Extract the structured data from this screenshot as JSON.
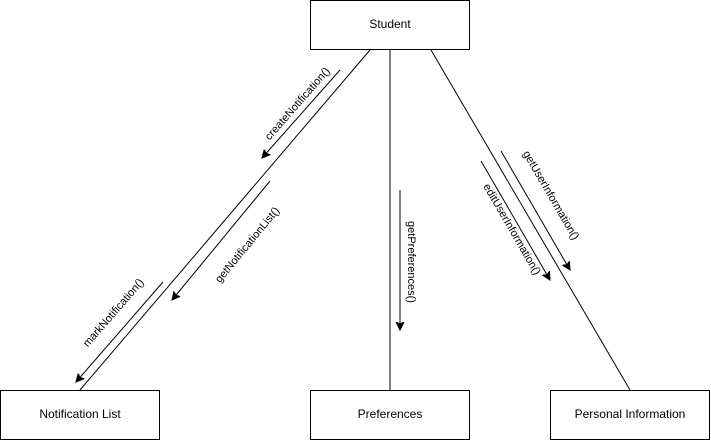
{
  "objects": {
    "student": "Student",
    "notification_list": "Notification List",
    "preferences": "Preferences",
    "personal_information": "Personal Information"
  },
  "messages": {
    "create_notification": "createNotification()",
    "get_notification_list": "getNotificationList()",
    "mark_notification": "markNotification()",
    "get_preferences": "getPreferences()",
    "get_user_information": "getUserInformation()",
    "edit_user_information": "editUserInformation()"
  }
}
